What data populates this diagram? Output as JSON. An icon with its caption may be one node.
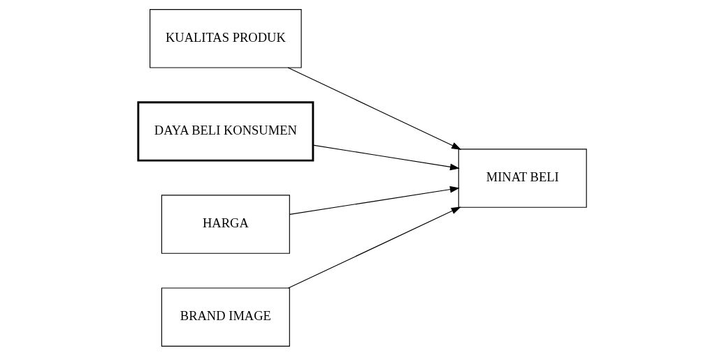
{
  "diagram": {
    "nodes": [
      {
        "text": [
          "KUALITAS PRODUK"
        ]
      },
      {
        "text": [
          "DAYA BELI KONSUMEN"
        ]
      },
      {
        "text": [
          "HARGA"
        ]
      },
      {
        "text": [
          "MINAT BELI"
        ]
      },
      {
        "text": [
          "BRAND IMAGE"
        ]
      }
    ],
    "edges": [
      {
        "from": 0,
        "to": 3,
        "arrow": "to"
      },
      {
        "from": 1,
        "to": 3,
        "arrow": "to"
      },
      {
        "from": 2,
        "to": 3,
        "arrow": "to"
      },
      {
        "from": 4,
        "to": 3,
        "arrow": "to"
      }
    ]
  }
}
